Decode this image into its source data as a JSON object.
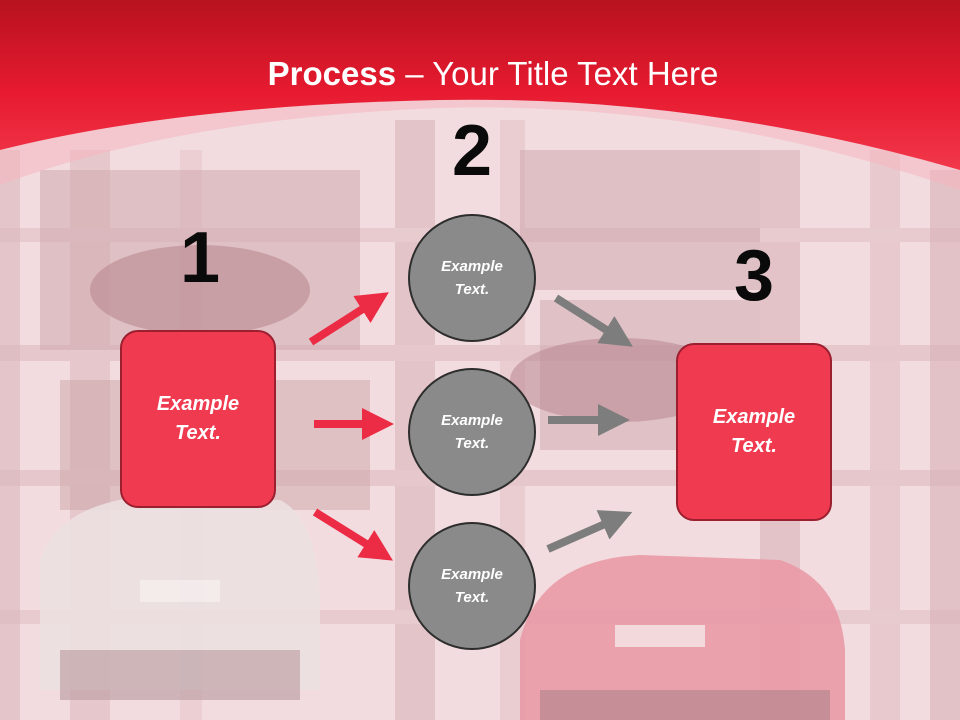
{
  "title": {
    "bold": "Process",
    "rest": " – Your Title Text Here"
  },
  "steps": [
    {
      "number": "1",
      "label": "Example Text."
    },
    {
      "number": "2"
    },
    {
      "number": "3",
      "label": "Example Text."
    }
  ],
  "circles": [
    {
      "label": "Example Text."
    },
    {
      "label": "Example Text."
    },
    {
      "label": "Example Text."
    }
  ],
  "colors": {
    "header_red": "#e8192f",
    "box_fill": "#ef3a50",
    "circle_fill": "#8a8a8a",
    "red_arrow": "#ec2b45",
    "grey_arrow": "#7d7d7d"
  }
}
